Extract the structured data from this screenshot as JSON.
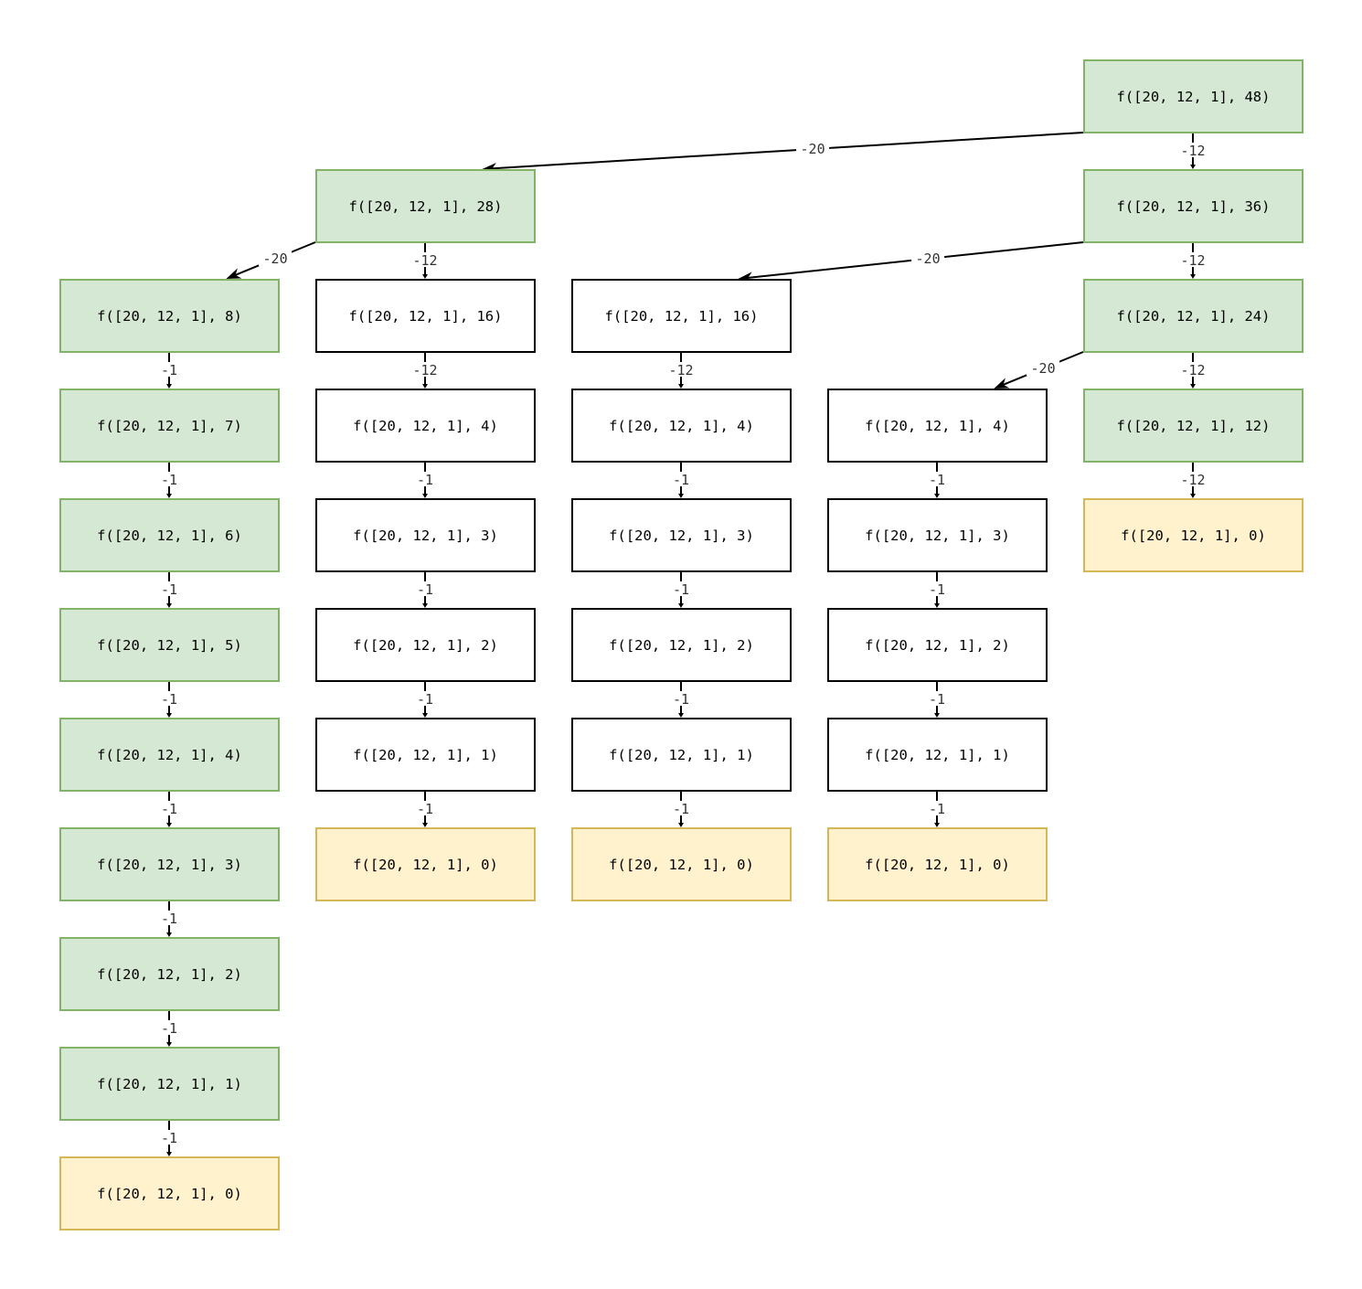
{
  "diagram": {
    "type": "recursion-tree",
    "colors": {
      "green_fill": "#d5e8d4",
      "green_stroke": "#82b366",
      "yellow_fill": "#fff2cc",
      "yellow_stroke": "#d6b656",
      "plain_fill": "#ffffff",
      "plain_stroke": "#000000",
      "edge": "#000000",
      "edge_label": "#333333"
    },
    "nodes": [
      {
        "id": "n48",
        "label": "f([20, 12, 1], 48)",
        "col": 4,
        "row": 0,
        "style": "green"
      },
      {
        "id": "n28",
        "label": "f([20, 12, 1], 28)",
        "col": 1,
        "row": 1,
        "style": "green"
      },
      {
        "id": "n36",
        "label": "f([20, 12, 1], 36)",
        "col": 4,
        "row": 1,
        "style": "green"
      },
      {
        "id": "a8",
        "label": "f([20, 12, 1], 8)",
        "col": 0,
        "row": 2,
        "style": "green"
      },
      {
        "id": "b16",
        "label": "f([20, 12, 1], 16)",
        "col": 1,
        "row": 2,
        "style": "plain"
      },
      {
        "id": "c16",
        "label": "f([20, 12, 1], 16)",
        "col": 2,
        "row": 2,
        "style": "plain"
      },
      {
        "id": "n24",
        "label": "f([20, 12, 1], 24)",
        "col": 4,
        "row": 2,
        "style": "green"
      },
      {
        "id": "a7",
        "label": "f([20, 12, 1], 7)",
        "col": 0,
        "row": 3,
        "style": "green"
      },
      {
        "id": "b4",
        "label": "f([20, 12, 1], 4)",
        "col": 1,
        "row": 3,
        "style": "plain"
      },
      {
        "id": "c4",
        "label": "f([20, 12, 1], 4)",
        "col": 2,
        "row": 3,
        "style": "plain"
      },
      {
        "id": "d4",
        "label": "f([20, 12, 1], 4)",
        "col": 3,
        "row": 3,
        "style": "plain"
      },
      {
        "id": "n12",
        "label": "f([20, 12, 1], 12)",
        "col": 4,
        "row": 3,
        "style": "green"
      },
      {
        "id": "a6",
        "label": "f([20, 12, 1], 6)",
        "col": 0,
        "row": 4,
        "style": "green"
      },
      {
        "id": "b3",
        "label": "f([20, 12, 1], 3)",
        "col": 1,
        "row": 4,
        "style": "plain"
      },
      {
        "id": "c3",
        "label": "f([20, 12, 1], 3)",
        "col": 2,
        "row": 4,
        "style": "plain"
      },
      {
        "id": "d3",
        "label": "f([20, 12, 1], 3)",
        "col": 3,
        "row": 4,
        "style": "plain"
      },
      {
        "id": "e0",
        "label": "f([20, 12, 1], 0)",
        "col": 4,
        "row": 4,
        "style": "yellow"
      },
      {
        "id": "a5",
        "label": "f([20, 12, 1], 5)",
        "col": 0,
        "row": 5,
        "style": "green"
      },
      {
        "id": "b2",
        "label": "f([20, 12, 1], 2)",
        "col": 1,
        "row": 5,
        "style": "plain"
      },
      {
        "id": "c2",
        "label": "f([20, 12, 1], 2)",
        "col": 2,
        "row": 5,
        "style": "plain"
      },
      {
        "id": "d2",
        "label": "f([20, 12, 1], 2)",
        "col": 3,
        "row": 5,
        "style": "plain"
      },
      {
        "id": "a4",
        "label": "f([20, 12, 1], 4)",
        "col": 0,
        "row": 6,
        "style": "green"
      },
      {
        "id": "b1",
        "label": "f([20, 12, 1], 1)",
        "col": 1,
        "row": 6,
        "style": "plain"
      },
      {
        "id": "c1",
        "label": "f([20, 12, 1], 1)",
        "col": 2,
        "row": 6,
        "style": "plain"
      },
      {
        "id": "d1",
        "label": "f([20, 12, 1], 1)",
        "col": 3,
        "row": 6,
        "style": "plain"
      },
      {
        "id": "a3",
        "label": "f([20, 12, 1], 3)",
        "col": 0,
        "row": 7,
        "style": "green"
      },
      {
        "id": "b0",
        "label": "f([20, 12, 1], 0)",
        "col": 1,
        "row": 7,
        "style": "yellow"
      },
      {
        "id": "c0",
        "label": "f([20, 12, 1], 0)",
        "col": 2,
        "row": 7,
        "style": "yellow"
      },
      {
        "id": "d0",
        "label": "f([20, 12, 1], 0)",
        "col": 3,
        "row": 7,
        "style": "yellow"
      },
      {
        "id": "a2",
        "label": "f([20, 12, 1], 2)",
        "col": 0,
        "row": 8,
        "style": "green"
      },
      {
        "id": "a1",
        "label": "f([20, 12, 1], 1)",
        "col": 0,
        "row": 9,
        "style": "green"
      },
      {
        "id": "a0",
        "label": "f([20, 12, 1], 0)",
        "col": 0,
        "row": 10,
        "style": "yellow"
      }
    ],
    "edges": [
      {
        "from": "n48",
        "to": "n28",
        "label": "-20"
      },
      {
        "from": "n48",
        "to": "n36",
        "label": "-12"
      },
      {
        "from": "n28",
        "to": "a8",
        "label": "-20"
      },
      {
        "from": "n28",
        "to": "b16",
        "label": "-12"
      },
      {
        "from": "n36",
        "to": "c16",
        "label": "-20"
      },
      {
        "from": "n36",
        "to": "n24",
        "label": "-12"
      },
      {
        "from": "a8",
        "to": "a7",
        "label": "-1"
      },
      {
        "from": "b16",
        "to": "b4",
        "label": "-12"
      },
      {
        "from": "c16",
        "to": "c4",
        "label": "-12"
      },
      {
        "from": "n24",
        "to": "d4",
        "label": "-20"
      },
      {
        "from": "n24",
        "to": "n12",
        "label": "-12"
      },
      {
        "from": "a7",
        "to": "a6",
        "label": "-1"
      },
      {
        "from": "b4",
        "to": "b3",
        "label": "-1"
      },
      {
        "from": "c4",
        "to": "c3",
        "label": "-1"
      },
      {
        "from": "d4",
        "to": "d3",
        "label": "-1"
      },
      {
        "from": "n12",
        "to": "e0",
        "label": "-12"
      },
      {
        "from": "a6",
        "to": "a5",
        "label": "-1"
      },
      {
        "from": "b3",
        "to": "b2",
        "label": "-1"
      },
      {
        "from": "c3",
        "to": "c2",
        "label": "-1"
      },
      {
        "from": "d3",
        "to": "d2",
        "label": "-1"
      },
      {
        "from": "a5",
        "to": "a4",
        "label": "-1"
      },
      {
        "from": "b2",
        "to": "b1",
        "label": "-1"
      },
      {
        "from": "c2",
        "to": "c1",
        "label": "-1"
      },
      {
        "from": "d2",
        "to": "d1",
        "label": "-1"
      },
      {
        "from": "a4",
        "to": "a3",
        "label": "-1"
      },
      {
        "from": "b1",
        "to": "b0",
        "label": "-1"
      },
      {
        "from": "c1",
        "to": "c0",
        "label": "-1"
      },
      {
        "from": "d1",
        "to": "d0",
        "label": "-1"
      },
      {
        "from": "a3",
        "to": "a2",
        "label": "-1"
      },
      {
        "from": "a2",
        "to": "a1",
        "label": "-1"
      },
      {
        "from": "a1",
        "to": "a0",
        "label": "-1"
      }
    ]
  }
}
